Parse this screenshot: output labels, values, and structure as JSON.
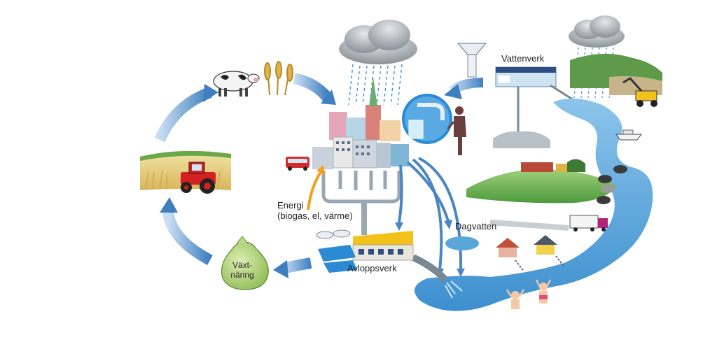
{
  "labels": {
    "vattenverk": "Vattenverk",
    "energi": "Energi\n(biogas, el, värme)",
    "dagvatten": "Dagvatten",
    "avloppsverk": "Avloppsverk",
    "vaxtnaring": "Väx­t-\nnäring"
  },
  "colors": {
    "cycle_arrow": "#4a86c5",
    "water": "#5aa6d8",
    "energy_arrow": "#f0a020",
    "cloud": "#9aa2a8",
    "rain": "#3f8fd0",
    "field": "#e8d38a",
    "grass": "#7cb85a",
    "sack": "#b9d886",
    "tractor": "#d42020"
  },
  "icons": [
    "cow-icon",
    "wheat-icon",
    "tractor-icon",
    "sack-icon",
    "cloud-icon",
    "city-icon",
    "bus-icon",
    "faucet-icon",
    "person-icon",
    "water-tower-icon",
    "waterworks-icon",
    "excavator-icon",
    "boat-icon",
    "farm-icon",
    "truck-icon",
    "house-icon",
    "swimmer-icon",
    "treatment-plant-icon"
  ]
}
